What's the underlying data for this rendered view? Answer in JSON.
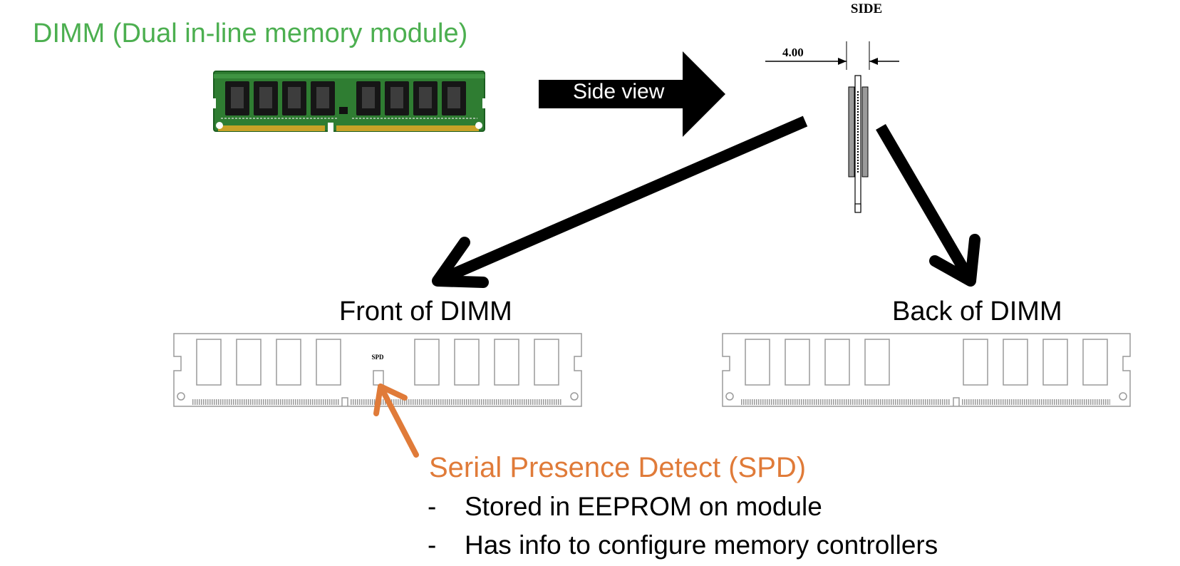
{
  "dimm_title": "DIMM (Dual in-line memory module)",
  "side_view_arrow_label": "Side view",
  "side_drawing": {
    "title": "SIDE",
    "dimension": "4.00"
  },
  "front_title": "Front of DIMM",
  "back_title": "Back of DIMM",
  "spd_chip_label": "SPD",
  "spd": {
    "title": "Serial Presence Detect (SPD)",
    "bullets": [
      {
        "marker": "-",
        "text": "Stored in EEPROM on module"
      },
      {
        "marker": "-",
        "text": "Has info to configure memory controllers"
      }
    ]
  },
  "colors": {
    "green": "#4caf50",
    "orange": "#e07b39",
    "pcb": "#2e7d32",
    "chip": "#1c1c1c",
    "gold": "#c9a227"
  },
  "icons": [
    "dimm-photo-image",
    "side-view-arrow-icon",
    "dimm-side-drawing",
    "front-arrow-icon",
    "back-arrow-icon",
    "spd-pointer-arrow-icon"
  ]
}
